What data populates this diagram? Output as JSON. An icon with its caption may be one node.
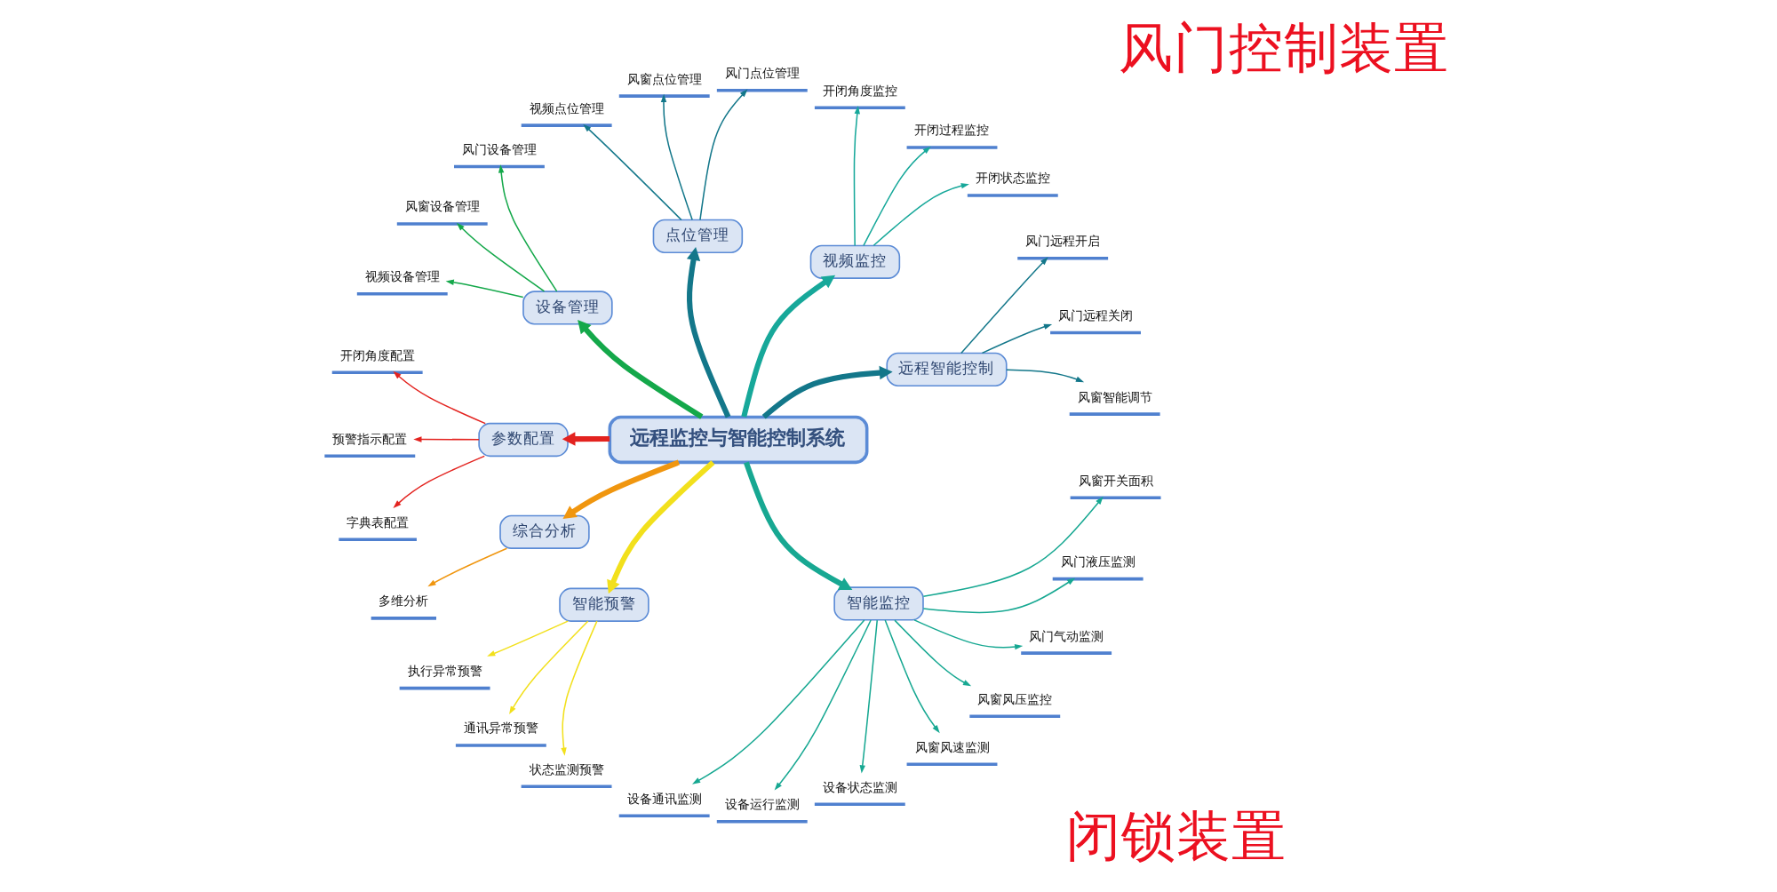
{
  "diagram": {
    "nodes": [
      {
        "text": [
          "远程监控与智能控制系统"
        ]
      },
      {
        "text": [
          "视频监控"
        ]
      },
      {
        "text": [
          "开闭状态监控"
        ]
      },
      {
        "text": [
          "开闭过程监控"
        ]
      },
      {
        "text": [
          "开闭角度监控"
        ]
      },
      {
        "text": [
          "点位管理"
        ]
      },
      {
        "text": [
          "风门点位管理"
        ]
      },
      {
        "text": [
          "风窗点位管理"
        ]
      },
      {
        "text": [
          "视频点位管理"
        ]
      },
      {
        "text": [
          "设备管理"
        ]
      },
      {
        "text": [
          "风门设备管理"
        ]
      },
      {
        "text": [
          "风窗设备管理"
        ]
      },
      {
        "text": [
          "视频设备管理"
        ]
      },
      {
        "text": [
          "参数配置"
        ]
      },
      {
        "text": [
          "开闭角度配置"
        ]
      },
      {
        "text": [
          "预警指示配置"
        ]
      },
      {
        "text": [
          "字典表配置"
        ]
      },
      {
        "text": [
          "综合分析"
        ]
      },
      {
        "text": [
          "多维分析"
        ]
      },
      {
        "text": [
          "远程智能控制"
        ]
      },
      {
        "text": [
          "风门远程开启"
        ]
      },
      {
        "text": [
          "风门远程关闭"
        ]
      },
      {
        "text": [
          "风窗智能调节"
        ]
      },
      {
        "text": [
          "智能监控"
        ]
      },
      {
        "text": [
          "风窗开关面积"
        ]
      },
      {
        "text": [
          "风门液压监测"
        ]
      },
      {
        "text": [
          "风门气动监测"
        ]
      },
      {
        "text": [
          "风窗风压监控"
        ]
      },
      {
        "text": [
          "风窗风速监测"
        ]
      },
      {
        "text": [
          "设备状态监测"
        ]
      },
      {
        "text": [
          "设备运行监测"
        ]
      },
      {
        "text": [
          "设备通讯监测"
        ]
      },
      {
        "text": [
          "智能预警"
        ]
      },
      {
        "text": [
          "执行异常预警"
        ]
      },
      {
        "text": [
          "通讯异常预警"
        ]
      },
      {
        "text": [
          "状态监测预警"
        ]
      }
    ],
    "edges": [
      {
        "from": 0,
        "to": 23,
        "arrow": "to",
        "style": "thick",
        "color": "#17a892"
      },
      {
        "from": 0,
        "to": 19,
        "arrow": "to",
        "style": "thick",
        "color": "#13778a"
      },
      {
        "from": 0,
        "to": 1,
        "arrow": "to",
        "style": "thick",
        "color": "#17a89a"
      },
      {
        "from": 0,
        "to": 5,
        "arrow": "to",
        "style": "thick",
        "color": "#13778a"
      },
      {
        "from": 0,
        "to": 9,
        "arrow": "to",
        "style": "thick",
        "color": "#14a84a"
      },
      {
        "from": 0,
        "to": 13,
        "arrow": "to",
        "style": "thick",
        "color": "#e3231f"
      },
      {
        "from": 0,
        "to": 17,
        "arrow": "to",
        "style": "thick",
        "color": "#f0960f"
      },
      {
        "from": 0,
        "to": 32,
        "arrow": "to",
        "style": "thick",
        "color": "#f2e01c"
      },
      {
        "from": 23,
        "to": 24,
        "arrow": "to",
        "color": "#17a892"
      },
      {
        "from": 23,
        "to": 25,
        "arrow": "to",
        "color": "#17a892"
      },
      {
        "from": 23,
        "to": 26,
        "arrow": "to",
        "color": "#17a892"
      },
      {
        "from": 23,
        "to": 27,
        "arrow": "to",
        "color": "#17a892"
      },
      {
        "from": 23,
        "to": 28,
        "arrow": "to",
        "color": "#17a892"
      },
      {
        "from": 23,
        "to": 29,
        "arrow": "to",
        "color": "#17a892"
      },
      {
        "from": 23,
        "to": 30,
        "arrow": "to",
        "color": "#17a892"
      },
      {
        "from": 23,
        "to": 31,
        "arrow": "to",
        "color": "#17a892"
      },
      {
        "from": 19,
        "to": 20,
        "arrow": "to",
        "color": "#13778a"
      },
      {
        "from": 19,
        "to": 21,
        "arrow": "to",
        "color": "#13778a"
      },
      {
        "from": 19,
        "to": 22,
        "arrow": "to",
        "color": "#13778a"
      },
      {
        "from": 1,
        "to": 2,
        "arrow": "to",
        "color": "#17a89a"
      },
      {
        "from": 1,
        "to": 3,
        "arrow": "to",
        "color": "#17a89a"
      },
      {
        "from": 1,
        "to": 4,
        "arrow": "to",
        "color": "#17a89a"
      },
      {
        "from": 5,
        "to": 6,
        "arrow": "to",
        "color": "#13778a"
      },
      {
        "from": 5,
        "to": 7,
        "arrow": "to",
        "color": "#13778a"
      },
      {
        "from": 5,
        "to": 8,
        "arrow": "to",
        "color": "#13778a"
      },
      {
        "from": 9,
        "to": 10,
        "arrow": "to",
        "color": "#14a84a"
      },
      {
        "from": 9,
        "to": 11,
        "arrow": "to",
        "color": "#14a84a"
      },
      {
        "from": 9,
        "to": 12,
        "arrow": "to",
        "color": "#14a84a"
      },
      {
        "from": 13,
        "to": 14,
        "arrow": "to",
        "color": "#e3231f"
      },
      {
        "from": 13,
        "to": 15,
        "arrow": "to",
        "color": "#e3231f"
      },
      {
        "from": 13,
        "to": 16,
        "arrow": "to",
        "color": "#e3231f"
      },
      {
        "from": 17,
        "to": 18,
        "arrow": "to",
        "color": "#f0960f"
      },
      {
        "from": 32,
        "to": 33,
        "arrow": "to",
        "color": "#f2e01c"
      },
      {
        "from": 32,
        "to": 34,
        "arrow": "to",
        "color": "#f2e01c"
      },
      {
        "from": 32,
        "to": 35,
        "arrow": "to",
        "color": "#f2e01c"
      }
    ],
    "labels": [
      "风门控制装置",
      "闭锁装置"
    ]
  }
}
